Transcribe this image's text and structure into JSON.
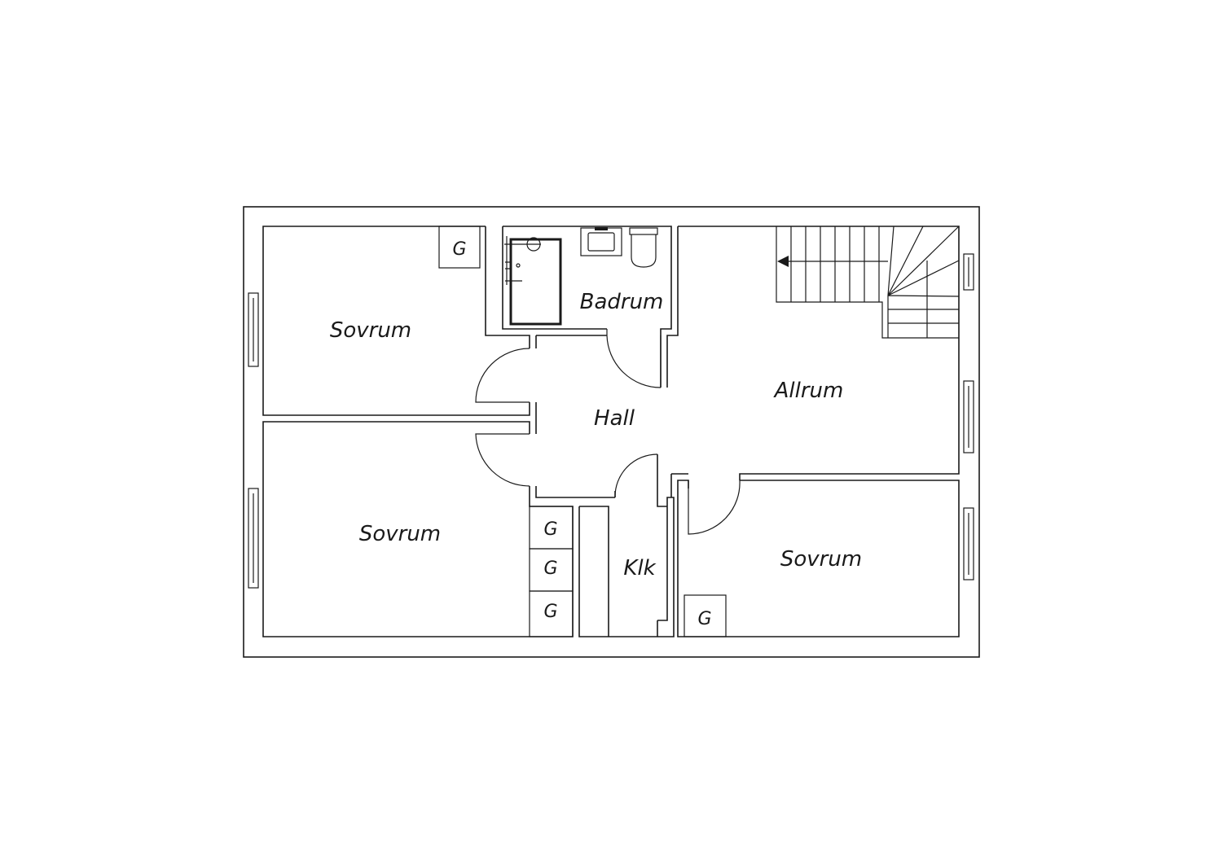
{
  "rooms": {
    "sovrum_1": "Sovrum",
    "sovrum_2": "Sovrum",
    "sovrum_3": "Sovrum",
    "badrum": "Badrum",
    "hall": "Hall",
    "allrum": "Allrum",
    "klk": "Klk"
  },
  "closets": [
    "G",
    "G",
    "G",
    "G",
    "G"
  ],
  "colors": {
    "line": "#1a1a1a",
    "background": "#ffffff"
  }
}
